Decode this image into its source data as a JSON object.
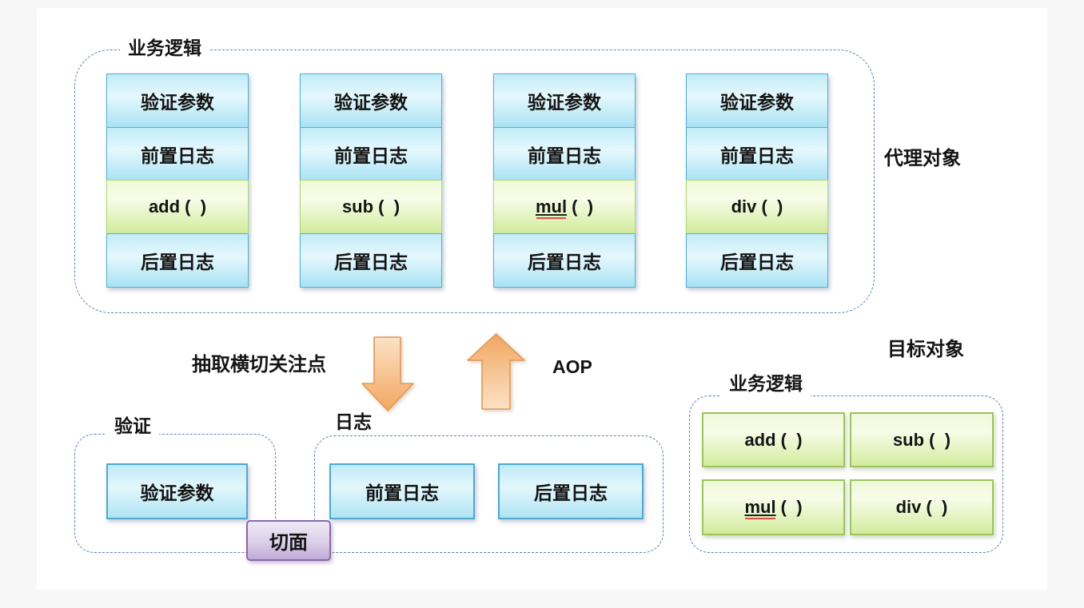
{
  "colors": {
    "page_bg": "#f7f7f8",
    "canvas_bg": "#ffffff",
    "dashed_border": "#5b80b5",
    "blue_box_border": "#4fa8cf",
    "blue_box_fill_top": "#c2ebf7",
    "blue_box_fill_bottom": "#a9e2f3",
    "green_box_border": "#9cc45f",
    "green_box_fill_top": "#f0f9da",
    "green_box_fill_bottom": "#d2ec9d",
    "purple_box_border": "#8a68a8",
    "purple_box_fill": "#c0abd7",
    "arrow_fill_light": "#fbe2c6",
    "arrow_fill_dark": "#f3a660",
    "arrow_stroke": "#e09a58",
    "misspell_underline": "#e03c31"
  },
  "proxy": {
    "container_label": "业务逻辑",
    "side_label": "代理对象",
    "stacks": [
      {
        "validate": "验证参数",
        "pre": "前置日志",
        "method_word": "add",
        "method_rest": " (  )",
        "post": "后置日志"
      },
      {
        "validate": "验证参数",
        "pre": "前置日志",
        "method_word": "sub",
        "method_rest": " (  )",
        "post": "后置日志"
      },
      {
        "validate": "验证参数",
        "pre": "前置日志",
        "method_word": "mul",
        "method_rest": " (  )",
        "post": "后置日志"
      },
      {
        "validate": "验证参数",
        "pre": "前置日志",
        "method_word": "div",
        "method_rest": " (  )",
        "post": "后置日志"
      }
    ]
  },
  "flow": {
    "extract_label": "抽取横切关注点",
    "aop_label": "AOP"
  },
  "validation": {
    "label": "验证",
    "box": "验证参数"
  },
  "log": {
    "label": "日志",
    "pre_box": "前置日志",
    "post_box": "后置日志"
  },
  "aspect": {
    "label": "切面"
  },
  "target": {
    "side_label": "目标对象",
    "container_label": "业务逻辑",
    "methods": [
      {
        "word": "add",
        "rest": " (  )"
      },
      {
        "word": "sub",
        "rest": " (  )"
      },
      {
        "word": "mul",
        "rest": " (  )"
      },
      {
        "word": "div",
        "rest": " (  )"
      }
    ]
  }
}
